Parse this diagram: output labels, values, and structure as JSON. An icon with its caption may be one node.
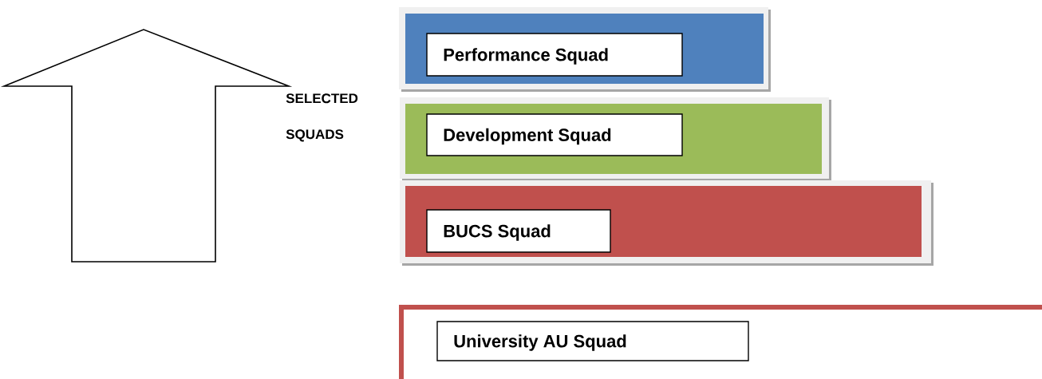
{
  "diagram": {
    "nodes": [
      {
        "text": [
          "Performance Squad"
        ]
      },
      {
        "text": [
          "Development Squad"
        ]
      },
      {
        "text": [
          "BUCS Squad"
        ]
      },
      {
        "text": [
          "University AU Squad"
        ]
      }
    ],
    "labels": [
      "SELECTED SQUADS"
    ]
  }
}
